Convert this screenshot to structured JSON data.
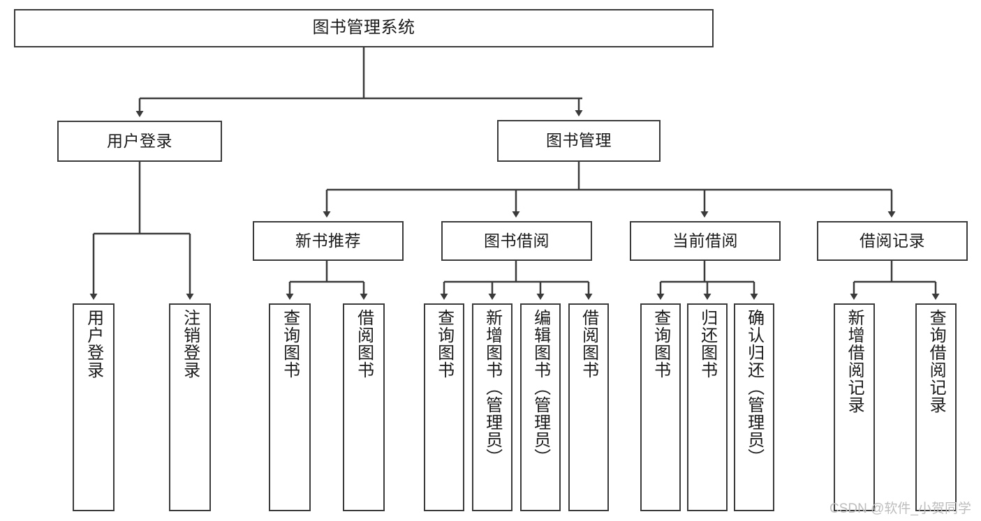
{
  "diagram": {
    "title": "图书管理系统",
    "watermark": "CSDN @软件_小贺同学",
    "stroke_color": "#3a3a3a",
    "text_color": "#1a1a1a",
    "background": "#ffffff",
    "watermark_color": "#bdbdbd"
  },
  "nodes": {
    "root": {
      "label": "图书管理系统"
    },
    "level2": [
      {
        "id": "user-login",
        "label": "用户登录"
      },
      {
        "id": "book-manage",
        "label": "图书管理"
      }
    ],
    "level3": [
      {
        "id": "new-book-recommend",
        "label": "新书推荐"
      },
      {
        "id": "book-borrow",
        "label": "图书借阅"
      },
      {
        "id": "current-borrow",
        "label": "当前借阅"
      },
      {
        "id": "borrow-record",
        "label": "借阅记录"
      }
    ],
    "leaves": {
      "user_login": [
        {
          "id": "leaf-user-login",
          "label": "用户登录"
        },
        {
          "id": "leaf-logout-login",
          "label": "注销登录"
        }
      ],
      "new_book_recommend": [
        {
          "id": "leaf-query-book-1",
          "label": "查询图书"
        },
        {
          "id": "leaf-borrow-book-1",
          "label": "借阅图书"
        }
      ],
      "book_borrow": [
        {
          "id": "leaf-query-book-2",
          "label": "查询图书"
        },
        {
          "id": "leaf-add-book",
          "label": "新增图书（管理员）"
        },
        {
          "id": "leaf-edit-book",
          "label": "编辑图书（管理员）"
        },
        {
          "id": "leaf-borrow-book-2",
          "label": "借阅图书"
        }
      ],
      "current_borrow": [
        {
          "id": "leaf-query-book-3",
          "label": "查询图书"
        },
        {
          "id": "leaf-return-book",
          "label": "归还图书"
        },
        {
          "id": "leaf-confirm-return",
          "label": "确认归还（管理员）"
        }
      ],
      "borrow_record": [
        {
          "id": "leaf-add-record",
          "label": "新增借阅记录"
        },
        {
          "id": "leaf-query-record",
          "label": "查询借阅记录"
        }
      ]
    }
  }
}
